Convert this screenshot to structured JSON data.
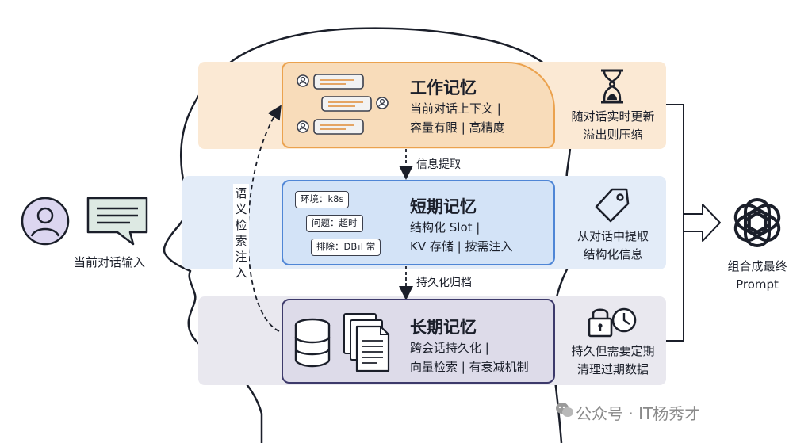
{
  "input": {
    "label": "当前对话输入"
  },
  "vertical_label": {
    "text": "语义检索注入"
  },
  "memory_layers": {
    "working": {
      "title": "工作记忆",
      "desc_line1": "当前对话上下文 |",
      "desc_line2": "容量有限 | 高精度",
      "side_line1": "随对话实时更新",
      "side_line2": "溢出则压缩",
      "icon": "hourglass-icon",
      "color": "#eba24e"
    },
    "short_term": {
      "title": "短期记忆",
      "desc_line1": "结构化 Slot |",
      "desc_line2": "KV 存储 | 按需注入",
      "tags": [
        "环境：k8s",
        "问题：超时",
        "排除：DB正常"
      ],
      "side_line1": "从对话中提取",
      "side_line2": "结构化信息",
      "icon": "tag-icon",
      "color": "#4f86d6"
    },
    "long_term": {
      "title": "长期记忆",
      "desc_line1": "跨会话持久化 |",
      "desc_line2": "向量检索 | 有衰减机制",
      "side_line1": "持久但需要定期",
      "side_line2": "清理过期数据",
      "icon": "lock-clock-icon",
      "color": "#3d3a6b"
    }
  },
  "transitions": {
    "work_to_short": "信息提取",
    "short_to_long": "持久化归档"
  },
  "output": {
    "line1": "组合成最终",
    "line2": "Prompt"
  },
  "watermark": {
    "text": "公众号 · IT杨秀才"
  }
}
